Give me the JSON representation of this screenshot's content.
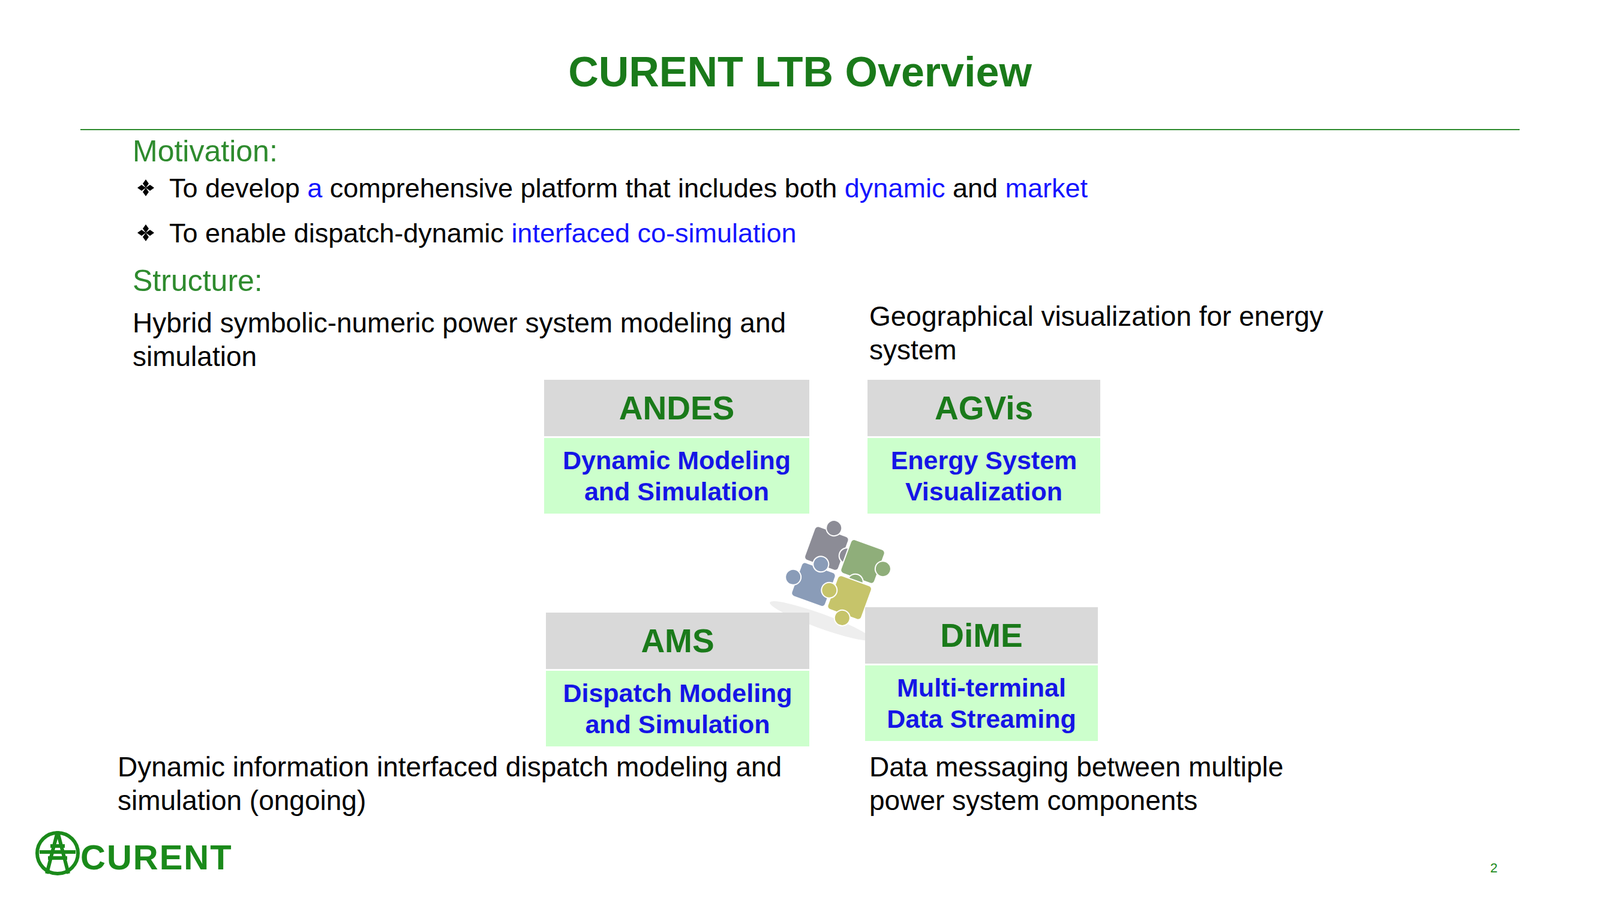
{
  "diagram": {
    "title": "CURENT LTB Overview",
    "nodes": [
      {
        "text": [
          "ANDES",
          "Dynamic Modeling and Simulation"
        ]
      },
      {
        "text": [
          "AGVis",
          "Energy System Visualization"
        ]
      },
      {
        "text": [
          "AMS",
          "Dispatch Modeling and Simulation"
        ]
      },
      {
        "text": [
          "DiME",
          "Multi-terminal Data Streaming"
        ]
      }
    ],
    "labels": [
      "Motivation:",
      "To develop a comprehensive platform that includes both dynamic and market",
      "To enable dispatch-dynamic interfaced co-simulation",
      "Structure:",
      "Hybrid symbolic-numeric power system modeling and simulation",
      "Geographical visualization for energy system",
      "Dynamic information interfaced dispatch modeling and simulation (ongoing)",
      "Data messaging between multiple power system components",
      "CURENT",
      "2"
    ]
  }
}
